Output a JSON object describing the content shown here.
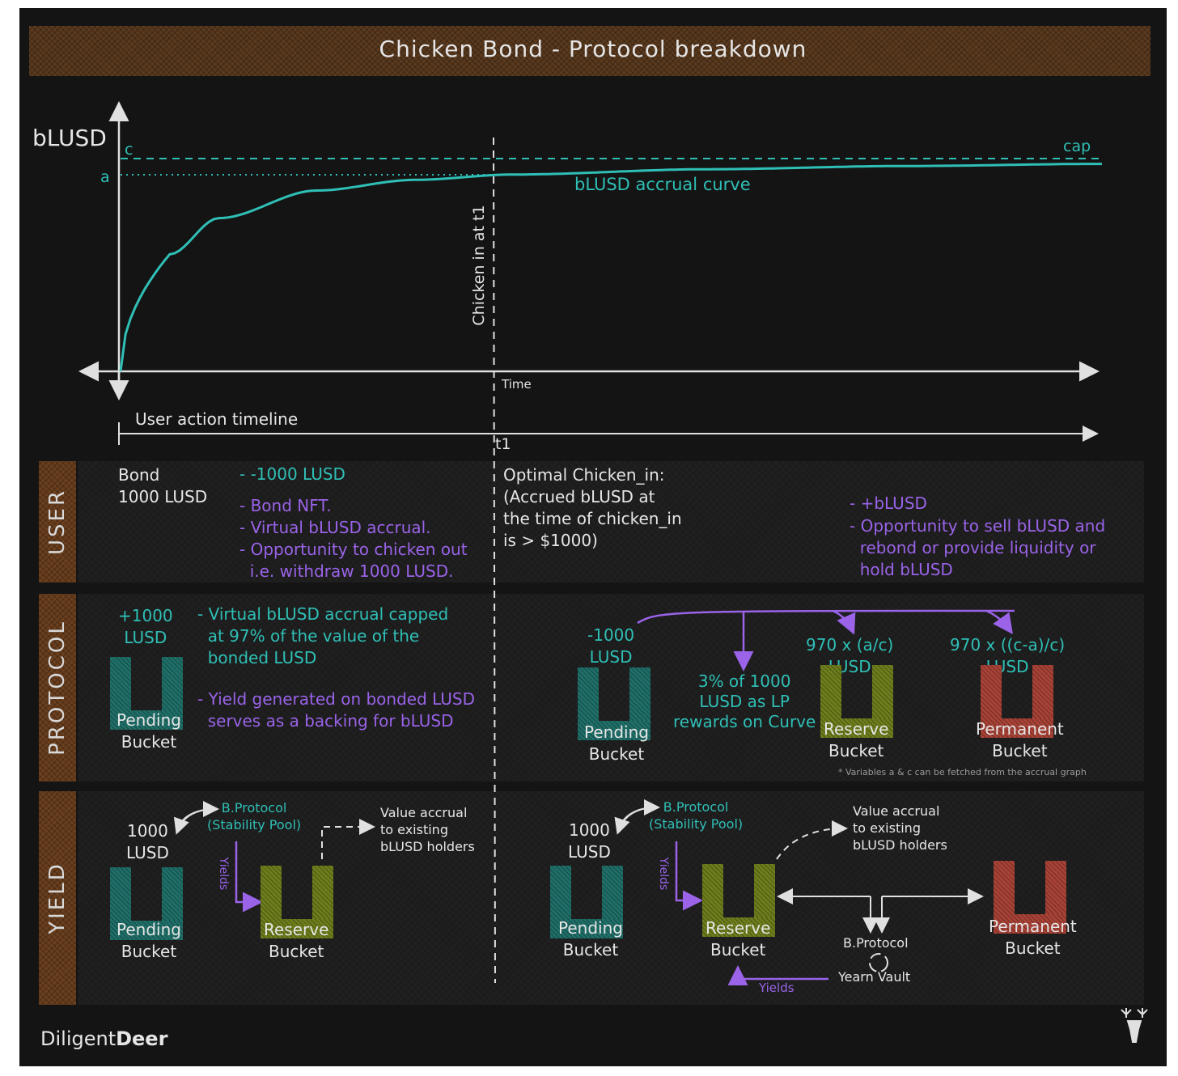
{
  "title": "Chicken Bond - Protocol breakdown",
  "chart": {
    "y_label": "bLUSD",
    "c_label": "c",
    "a_label": "a",
    "cap_label": "cap",
    "curve_label": "bLUSD accrual curve",
    "chicken_label": "Chicken in at t1",
    "time_label": "Time",
    "timeline_label": "User action timeline",
    "t1_label": "t1"
  },
  "chart_data": {
    "type": "line",
    "title": "",
    "xlabel": "Time",
    "ylabel": "bLUSD",
    "series": [
      {
        "name": "bLUSD accrual curve",
        "x": [
          0,
          0.05,
          0.1,
          0.2,
          0.3,
          0.4,
          0.6,
          0.8,
          1.0
        ],
        "y": [
          0,
          0.55,
          0.72,
          0.85,
          0.9,
          0.925,
          0.95,
          0.965,
          0.975
        ]
      }
    ],
    "annotations": [
      "c",
      "a",
      "cap",
      "Chicken in at t1",
      "t1"
    ]
  },
  "sections": {
    "user": "USER",
    "protocol": "PROTOCOL",
    "yield": "YIELD"
  },
  "user": {
    "bond": "Bond\n1000 LUSD",
    "minus_lusd": "- -1000 LUSD",
    "notes": "- Bond NFT.\n- Virtual bLUSD accrual.\n- Opportunity to chicken out\n  i.e. withdraw 1000 LUSD.",
    "optimal": "Optimal Chicken_in:\n(Accrued bLUSD at\nthe time of chicken_in\nis > $1000)",
    "plus_blusd": "- +bLUSD",
    "opportunity": "- Opportunity to sell bLUSD and\n  rebond or provide liquidity or\n  hold bLUSD"
  },
  "protocol": {
    "plus1000": "+1000\nLUSD",
    "cap_note": "- Virtual bLUSD accrual capped\n  at 97% of the value of the\n  bonded LUSD",
    "yield_note": "- Yield generated on bonded LUSD\n  serves as a backing for bLUSD",
    "pending_left": "Pending\nBucket",
    "minus1000": "-1000\nLUSD",
    "lp_rewards": "3% of 1000\nLUSD as LP\nrewards on Curve",
    "reserve_amt": "970 x (a/c)\nLUSD",
    "permanent_amt": "970 x ((c-a)/c)\nLUSD",
    "pending_right": "Pending\nBucket",
    "reserve": "Reserve\nBucket",
    "permanent": "Permanent\nBucket",
    "footnote": "* Variables a & c can be fetched from the accrual graph"
  },
  "yield": {
    "lusd_left": "1000\nLUSD",
    "bprotocol_left": "B.Protocol\n(Stability Pool)",
    "value_left": "Value accrual\nto existing\nbLUSD holders",
    "yields_left": "Yields",
    "pending_left": "Pending\nBucket",
    "reserve_left": "Reserve\nBucket",
    "lusd_right": "1000\nLUSD",
    "bprotocol_right": "B.Protocol\n(Stability Pool)",
    "value_right": "Value accrual\nto existing\nbLUSD holders",
    "yields_right": "Yields",
    "pending_right": "Pending\nBucket",
    "reserve_right": "Reserve\nBucket",
    "permanent_right": "Permanent\nBucket",
    "vault": "B.Protocol\nYearn Vault",
    "yields_bottom": "Yields"
  },
  "logo": {
    "part1": "Diligent",
    "part2": "Deer"
  },
  "colors": {
    "teal": "#2fbfb6",
    "purple": "#9a63e8",
    "olive": "#6e7d1c",
    "red": "#a84236",
    "banner": "#5a3a1e"
  }
}
